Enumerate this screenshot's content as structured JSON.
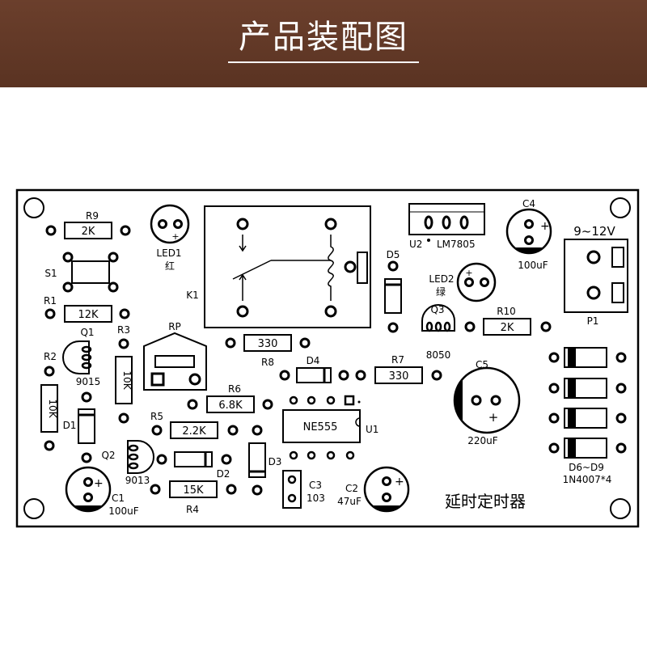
{
  "banner": {
    "title": "产品装配图",
    "bg_color": "#5e3525"
  },
  "board": {
    "title": "延时定时器",
    "labels": {
      "r9": "R9",
      "r9_val": "2K",
      "led1": "LED1",
      "led1_color": "红",
      "k1": "K1",
      "d5": "D5",
      "u2": "U2",
      "lm7805": "LM7805",
      "c4": "C4",
      "c4_val": "100uF",
      "volt": "9~12V",
      "p1": "P1",
      "s1": "S1",
      "r1": "R1",
      "r1_val": "12K",
      "led2": "LED2",
      "led2_color": "绿",
      "q3": "Q3",
      "q3_val": "8050",
      "r10": "R10",
      "r10_val": "2K",
      "q1": "Q1",
      "q1_val": "9015",
      "r3": "R3",
      "r3_val": "10K",
      "rp": "RP",
      "r8": "R8",
      "r8_val": "330",
      "d4": "D4",
      "r7": "R7",
      "r7_val": "330",
      "c5": "C5",
      "c5_val": "220uF",
      "r2": "R2",
      "r2_val": "10K",
      "r6": "R6",
      "r6_val": "6.8K",
      "d1": "D1",
      "r5": "R5",
      "r5_val": "2.2K",
      "ne555": "NE555",
      "u1": "U1",
      "q2": "Q2",
      "q2_val": "9013",
      "d2": "D2",
      "d3": "D3",
      "d6d9": "D6~D9",
      "d6d9_val": "1N4007*4",
      "c3": "C3",
      "c3_val": "103",
      "c2": "C2",
      "c2_val": "47uF",
      "c1": "C1",
      "c1_val": "100uF",
      "r4": "R4",
      "r4_val": "15K",
      "plus": "+"
    }
  }
}
